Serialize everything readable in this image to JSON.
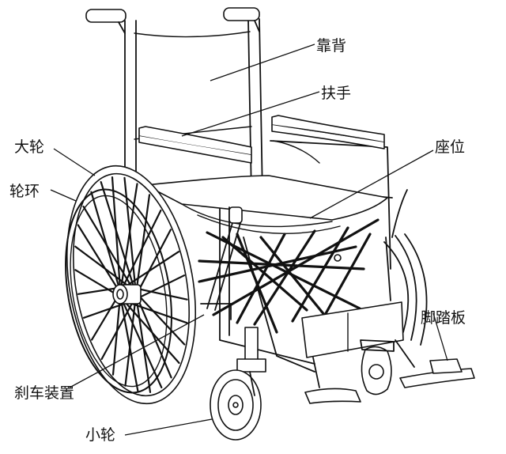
{
  "diagram": {
    "labels": {
      "backrest": "靠背",
      "armrest": "扶手",
      "big_wheel": "大轮",
      "handrim": "轮环",
      "seat": "座位",
      "footrest": "脚踏板",
      "brake": "刹车装置",
      "caster": "小轮"
    }
  }
}
